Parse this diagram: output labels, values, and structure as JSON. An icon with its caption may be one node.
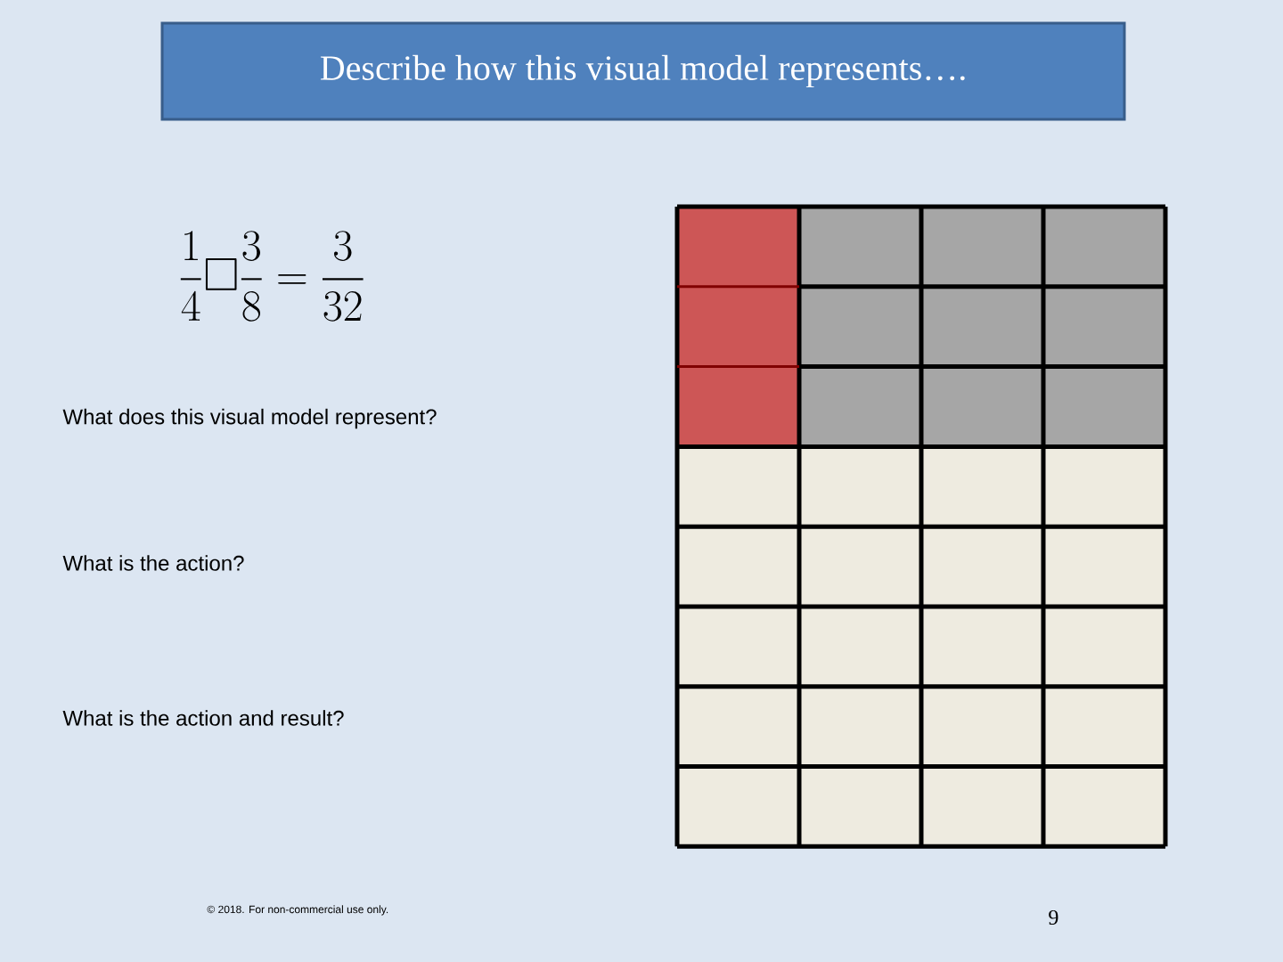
{
  "diagram": {
    "nodes": [
      {
        "text": [
          "Describe how this visual model represents…."
        ]
      }
    ],
    "edges": [],
    "labels": [
      "\\frac{1}{4}\\square\\frac{3}{8}=\\frac{3}{32}",
      "What does this visual model represent?",
      "What is the action?",
      "What is the action and result?",
      "© 2018. For non-commercial use only.",
      "9"
    ]
  }
}
